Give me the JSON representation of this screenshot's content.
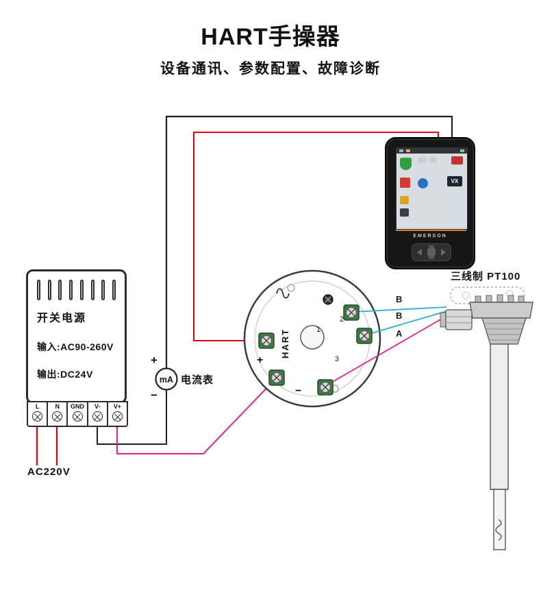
{
  "title": "HART手操器",
  "subtitle": "设备通讯、参数配置、故障诊断",
  "colors": {
    "wire_black": "#1f1f1f",
    "wire_red": "#e60012",
    "wire_pink": "#ea1e8c",
    "wire_cyan": "#29aee0"
  },
  "power_supply": {
    "title": "开关电源",
    "input_label": "输入:AC90-260V",
    "output_label": "输出:DC24V",
    "terminals": [
      "L",
      "N",
      "GND",
      "V-",
      "V+"
    ],
    "source_label": "AC220V"
  },
  "ammeter": {
    "unit": "mA",
    "label": "电流表",
    "plus": "+",
    "minus": "−"
  },
  "transmitter": {
    "brand": "HART",
    "plus": "+",
    "minus": "−",
    "terminal_numbers": [
      "1",
      "2",
      "3"
    ]
  },
  "sensor": {
    "label": "三线制 PT100",
    "wire_labels": [
      "B",
      "B",
      "A"
    ]
  },
  "handheld": {
    "brand": "EMERSON",
    "screen_badge": "VX"
  }
}
